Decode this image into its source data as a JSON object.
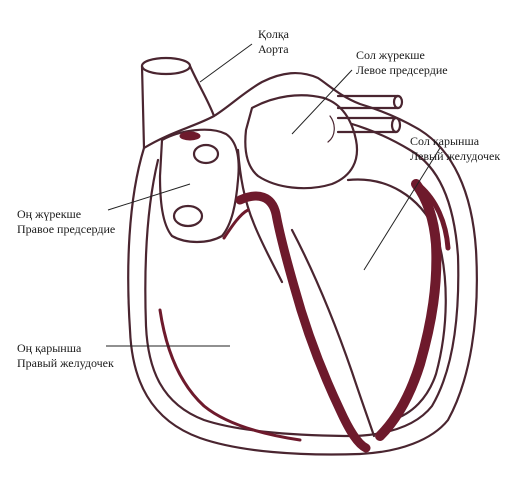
{
  "labels": {
    "aorta": {
      "kk": "Қолқа",
      "ru": "Аорта"
    },
    "left_atrium": {
      "kk": "Сол жүрекше",
      "ru": "Левое предсердие"
    },
    "left_ventricle": {
      "kk": "Сол қарынша",
      "ru": "Левый желудочек"
    },
    "right_atrium": {
      "kk": "Оң жүрекше",
      "ru": "Правое предсердие"
    },
    "right_ventricle": {
      "kk": "Оң қарынша",
      "ru": "Правый желудочек"
    }
  },
  "colors": {
    "outline": "#4a2530",
    "conduction": "#6e1a2c",
    "leader": "#222222"
  }
}
